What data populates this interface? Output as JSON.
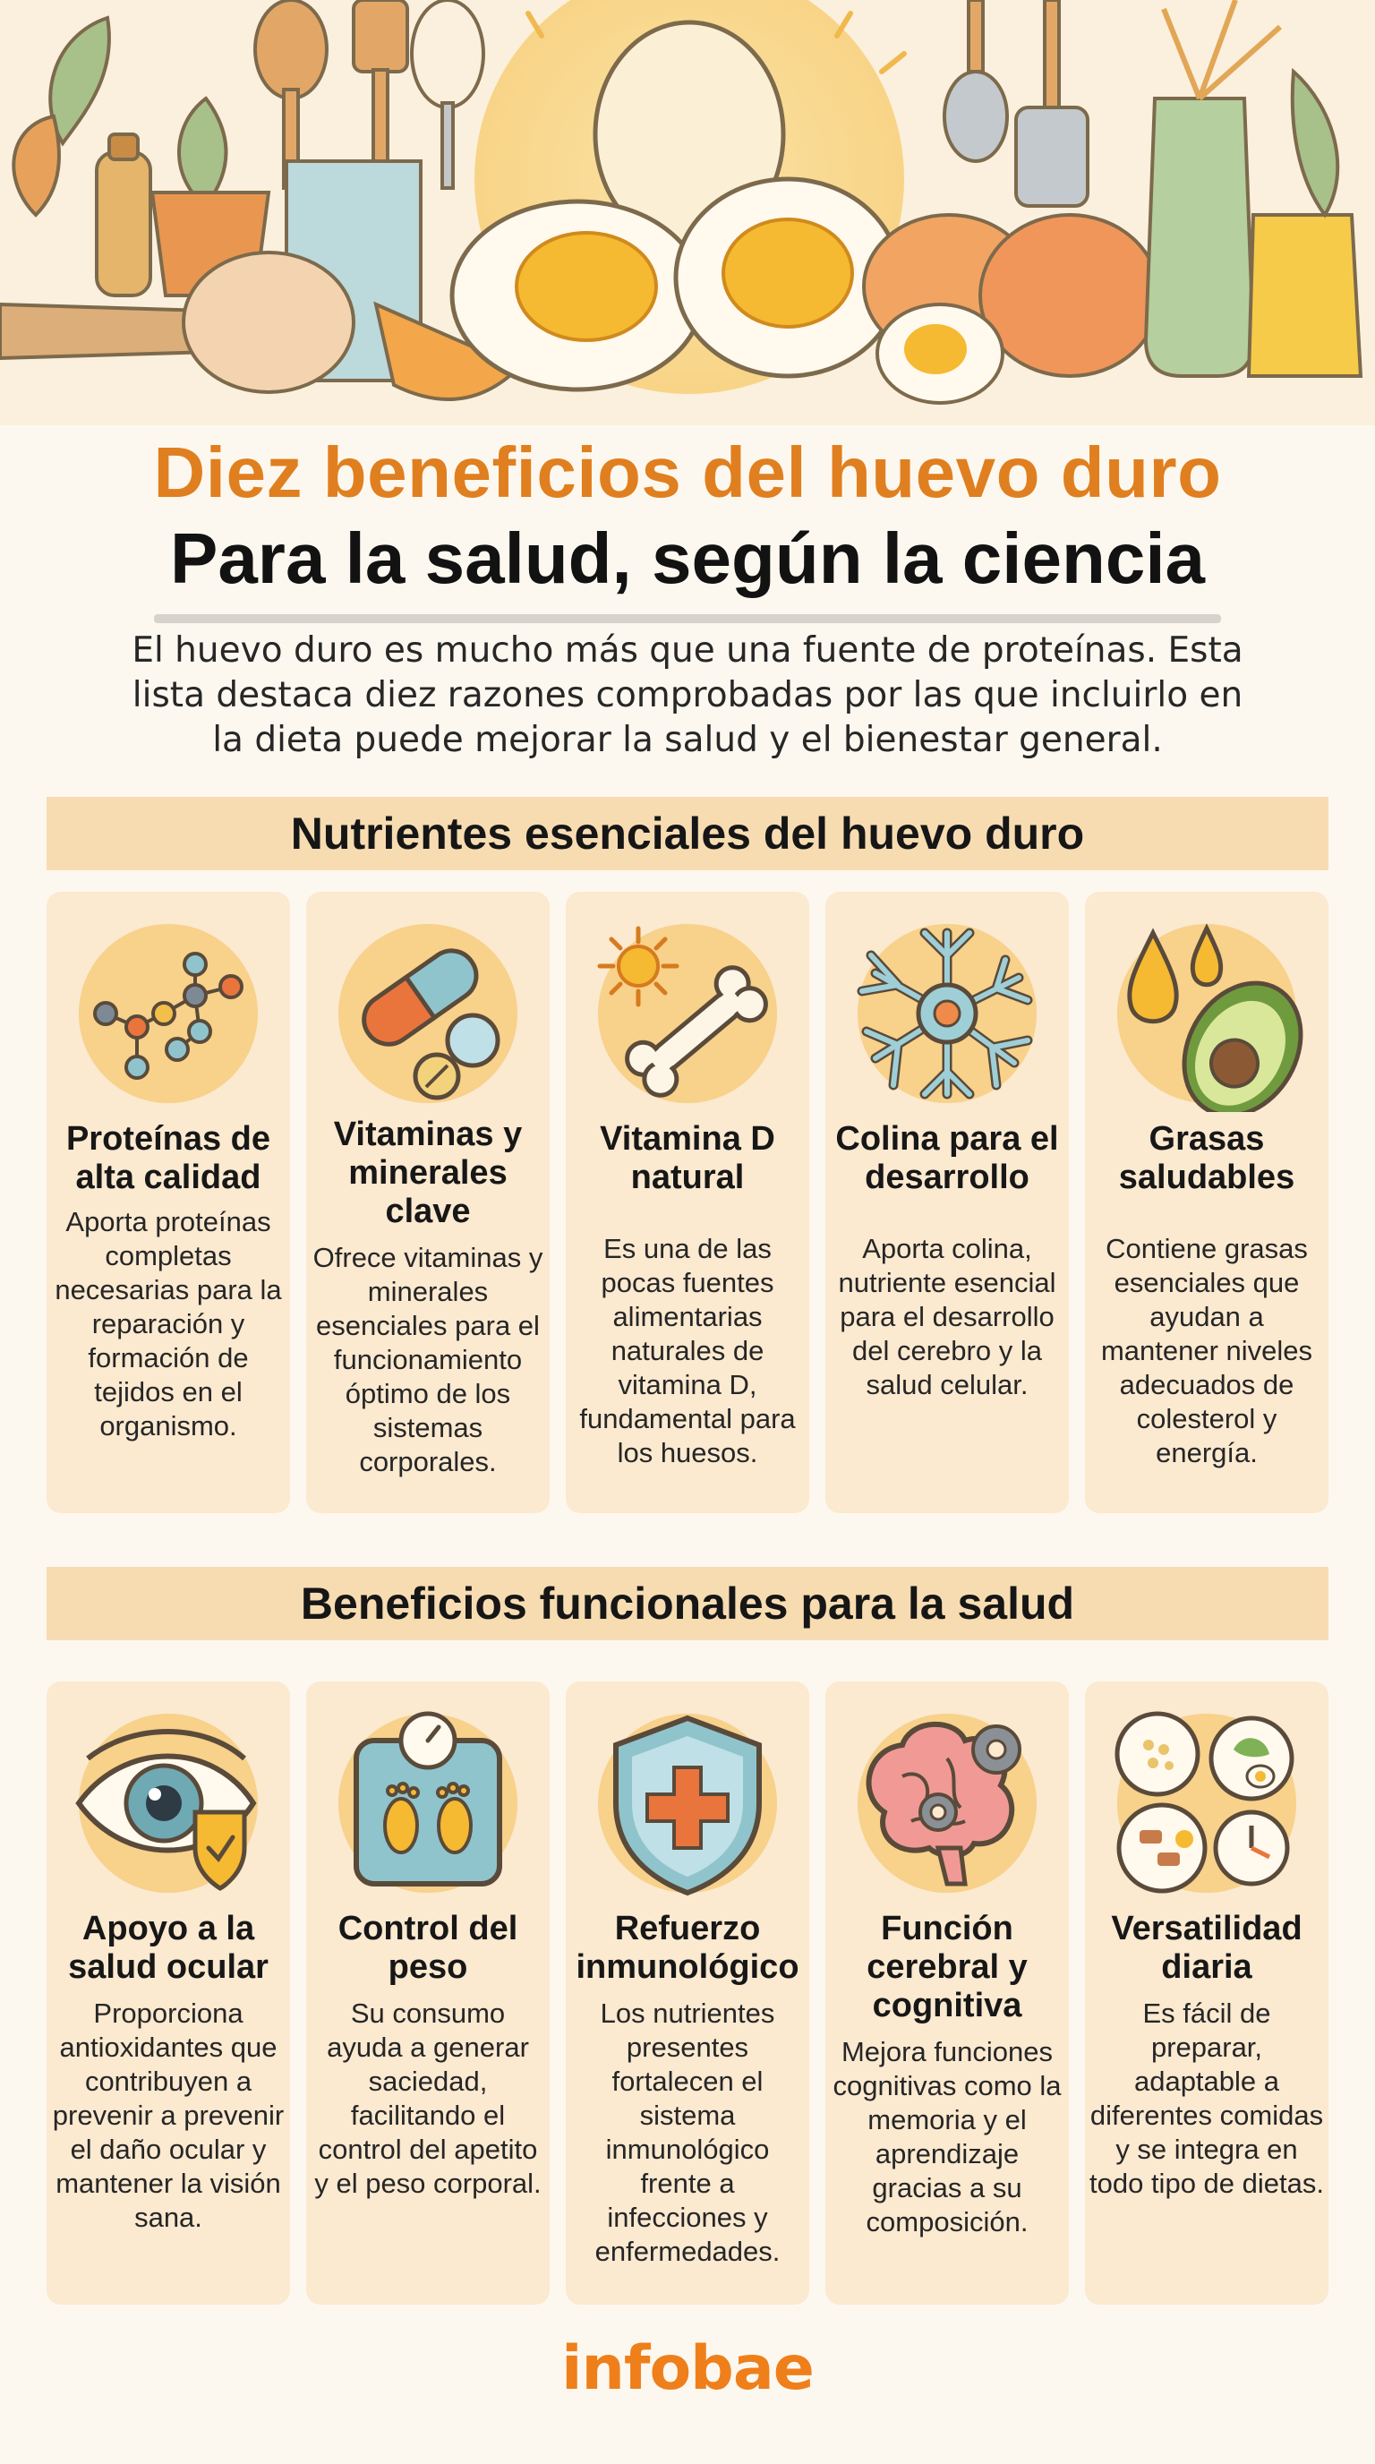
{
  "header": {
    "title_line1": "Diez beneficios del huevo duro",
    "title_line2": "Para la salud, según la ciencia",
    "intro": "El huevo duro es mucho más que una fuente de proteínas. Esta lista destaca diez razones comprobadas por las que incluirlo en la dieta puede mejorar la salud y el bienestar general."
  },
  "sections": [
    {
      "title": "Nutrientes esenciales del huevo duro",
      "cards": [
        {
          "icon": "molecule-icon",
          "title": "Proteínas de alta calidad",
          "text": "Aporta proteínas completas necesarias para la reparación y formación de tejidos en el organismo."
        },
        {
          "icon": "pills-icon",
          "title": "Vitaminas y minerales clave",
          "text": "Ofrece vitaminas y minerales esenciales para el funcionamiento óptimo de los sistemas corporales."
        },
        {
          "icon": "sun-bone-icon",
          "title": "Vitamina D natural",
          "text": "Es una de las pocas fuentes alimentarias naturales de vitamina D, fundamental para los huesos."
        },
        {
          "icon": "neuron-icon",
          "title": "Colina para el desarrollo",
          "text": "Aporta colina, nutriente esencial para el desarrollo del cerebro y la salud celular."
        },
        {
          "icon": "oil-avocado-icon",
          "title": "Grasas saludables",
          "text": "Contiene grasas esenciales que ayudan a mantener niveles adecuados de colesterol y energía."
        }
      ]
    },
    {
      "title": "Beneficios funcionales para la salud",
      "cards": [
        {
          "icon": "eye-shield-icon",
          "title": "Apoyo a la salud ocular",
          "text": "Proporciona antioxidantes que contribuyen a prevenir a prevenir el daño ocular y mantener la visión sana."
        },
        {
          "icon": "scale-icon",
          "title": "Control del peso",
          "text": "Su consumo ayuda a generar saciedad, facilitando el control del apetito y el peso corporal."
        },
        {
          "icon": "shield-cross-icon",
          "title": "Refuerzo inmunológico",
          "text": "Los nutrientes presentes fortalecen el sistema inmunológico frente a infecciones y enfermedades."
        },
        {
          "icon": "brain-gears-icon",
          "title": "Función cerebral y cognitiva",
          "text": "Mejora funciones cognitivas como la memoria y el aprendizaje gracias a su composición."
        },
        {
          "icon": "plates-clock-icon",
          "title": "Versatilidad diaria",
          "text": "Es fácil de preparar, adaptable a diferentes comidas y se integra en todo tipo de dietas."
        }
      ]
    }
  ],
  "footer": {
    "logo": "infobae"
  },
  "colors": {
    "accent": "#e07f1f",
    "band": "#f7dcb2",
    "card": "#fbe9d0",
    "background": "#fdf8ef"
  }
}
